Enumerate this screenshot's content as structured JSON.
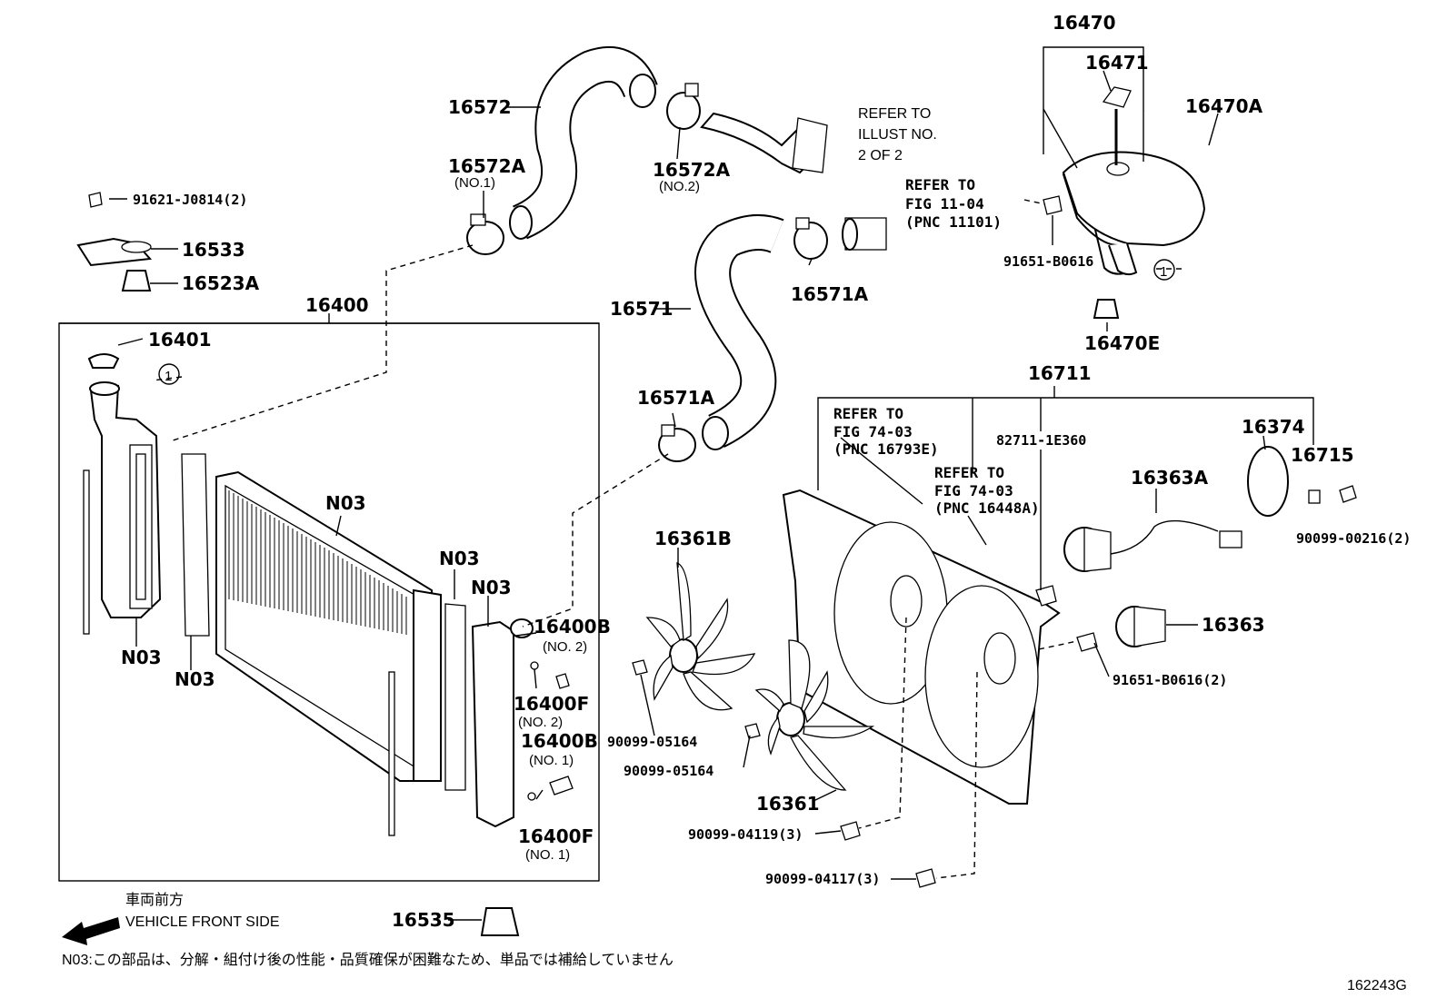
{
  "parts": {
    "p16470": "16470",
    "p16471": "16471",
    "p16470A": "16470A",
    "p16572": "16572",
    "p16572A_1": "16572A",
    "p16572A_1_sub": "(NO.1)",
    "p16572A_2": "16572A",
    "p16572A_2_sub": "(NO.2)",
    "p91621": "91621-J0814(2)",
    "p16533": "16533",
    "p16523A": "16523A",
    "p16400": "16400",
    "p16401": "16401",
    "p16571": "16571",
    "p16571A_top": "16571A",
    "p16571A_mid": "16571A",
    "p91651_tank": "91651-B0616",
    "p16470E": "16470E",
    "p16711": "16711",
    "p82711": "82711-1E360",
    "p16374": "16374",
    "p16715": "16715",
    "p16363A": "16363A",
    "p90099_00216": "90099-00216(2)",
    "p16363": "16363",
    "p91651_2": "91651-B0616(2)",
    "p16361B": "16361B",
    "p16361": "16361",
    "p90099_05164_a": "90099-05164",
    "p90099_05164_b": "90099-05164",
    "p90099_04119": "90099-04119(3)",
    "p90099_04117": "90099-04117(3)",
    "p16400B_2": "16400B",
    "p16400B_2_sub": "(NO. 2)",
    "p16400F_2": "16400F",
    "p16400F_2_sub": "(NO. 2)",
    "p16400B_1": "16400B",
    "p16400B_1_sub": "(NO. 1)",
    "p16400F_1": "16400F",
    "p16400F_1_sub": "(NO. 1)",
    "p16535": "16535",
    "n03_a": "N03",
    "n03_b": "N03",
    "n03_c": "N03",
    "n03_d": "N03",
    "n03_e": "N03",
    "circle1_a": "1",
    "circle1_b": "1"
  },
  "refs": {
    "illust_1": "REFER TO",
    "illust_2": "ILLUST NO.",
    "illust_3": "2 OF 2",
    "fig1104_1": "REFER TO",
    "fig1104_2": "FIG 11-04",
    "fig1104_3": "(PNC 11101)",
    "fig7403a_1": "REFER TO",
    "fig7403a_2": "FIG 74-03",
    "fig7403a_3": "(PNC 16793E)",
    "fig7403b_1": "REFER TO",
    "fig7403b_2": "FIG 74-03",
    "fig7403b_3": "(PNC 16448A)"
  },
  "footer": {
    "front_jp": "車両前方",
    "front_en": "VEHICLE FRONT SIDE",
    "note": "N03:この部品は、分解・組付け後の性能・品質確保が困難なため、単品では補給していません",
    "diagram_id": "162243G"
  }
}
